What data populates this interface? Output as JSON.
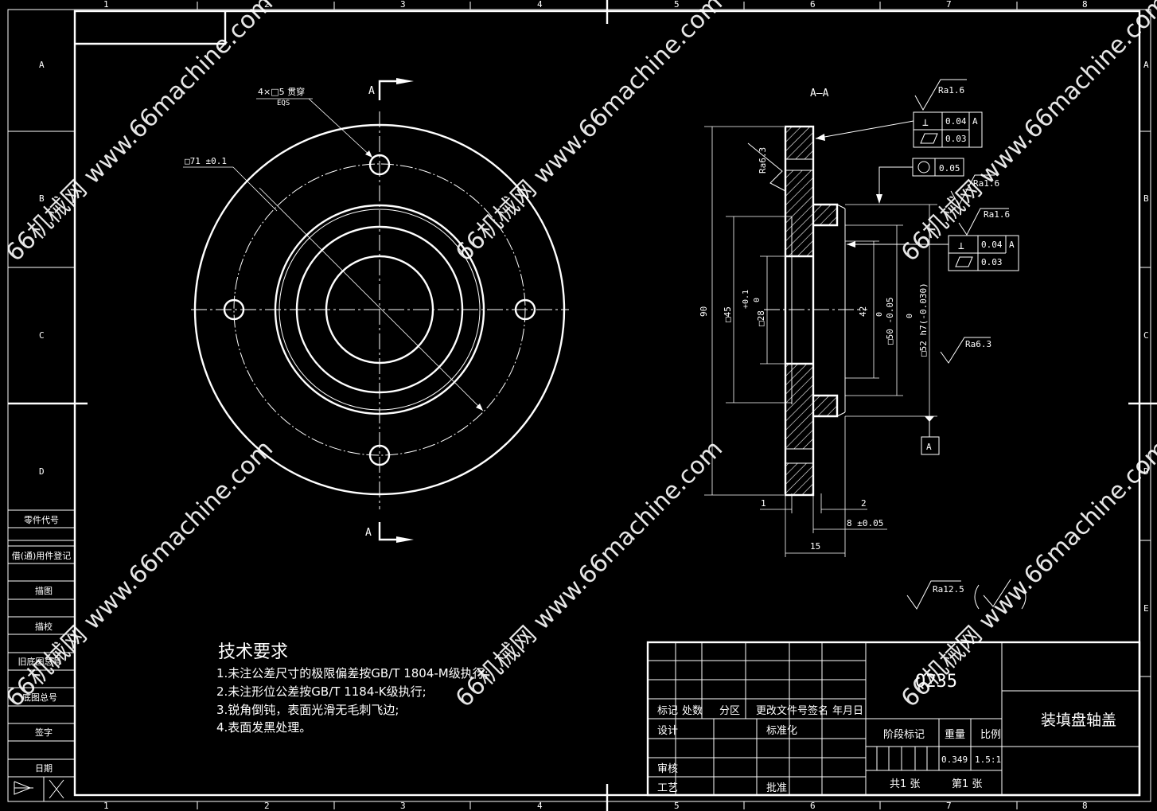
{
  "grid": {
    "cols": [
      "1",
      "2",
      "3",
      "4",
      "5",
      "6",
      "7",
      "8"
    ],
    "rows": [
      "A",
      "B",
      "C",
      "D",
      "E"
    ]
  },
  "left_strip": [
    "零件代号",
    "借(通)用件登记",
    "描图",
    "描校",
    "旧底图总号",
    "底图总号",
    "签字",
    "日期"
  ],
  "front_view": {
    "section_label_top": "A",
    "section_label_bottom": "A",
    "hole_note": "4×□5 贯穿",
    "hole_note_eqs": "EQS",
    "dia_71": "□71 ±0.1"
  },
  "section_view": {
    "title": "A—A",
    "ra_1": "Ra1.6",
    "ra_2": "Ra1.6",
    "ra_3": "Ra1.6",
    "ra_63a": "Ra6.3",
    "ra_63b": "Ra6.3",
    "fcf1_perp": "⊥",
    "fcf1_perp_val": "0.04",
    "fcf1_datum": "A",
    "fcf1_flat_val": "0.03",
    "fcf2_round_val": "0.05",
    "fcf3_perp_val": "0.04",
    "fcf3_datum": "A",
    "fcf3_flat_val": "0.03",
    "datum": "A",
    "d90": "90",
    "d45": "□45",
    "d45_tol_up": "+0.1",
    "d45_tol_low": "0",
    "d28": "□28",
    "d42": "42",
    "d50": "□50 -0.05",
    "d50_low": "0",
    "d52": "□52 h7(-0.030)",
    "d52_up": "0",
    "w1": "1",
    "w2": "2",
    "w8": "8 ±0.05",
    "w15": "15"
  },
  "rough_general": "Ra12.5",
  "tech_req": {
    "title": "技术要求",
    "items": [
      "1.未注公差尺寸的极限偏差按GB/T 1804-M级执行;",
      "2.未注形位公差按GB/T 1184-K级执行;",
      "3.锐角倒钝，表面光滑无毛刺飞边;",
      "4.表面发黑处理。"
    ]
  },
  "title_block": {
    "material": "Q235",
    "part_name": "装填盘轴盖",
    "h_mark": "标记",
    "h_count": "处数",
    "h_zone": "分区",
    "h_docsign": "更改文件号签名",
    "h_date": "年月日",
    "r_design": "设计",
    "r_std": "标准化",
    "r_review": "审核",
    "r_process": "工艺",
    "r_approve": "批准",
    "stage_mark": "阶段标记",
    "weight": "重量",
    "scale": "比例",
    "weight_val": "0.349",
    "scale_val": "1.5:1",
    "total_sheets": "共1 张",
    "sheet_no": "第1 张"
  },
  "watermark": "66机械网 www.66machine.com"
}
